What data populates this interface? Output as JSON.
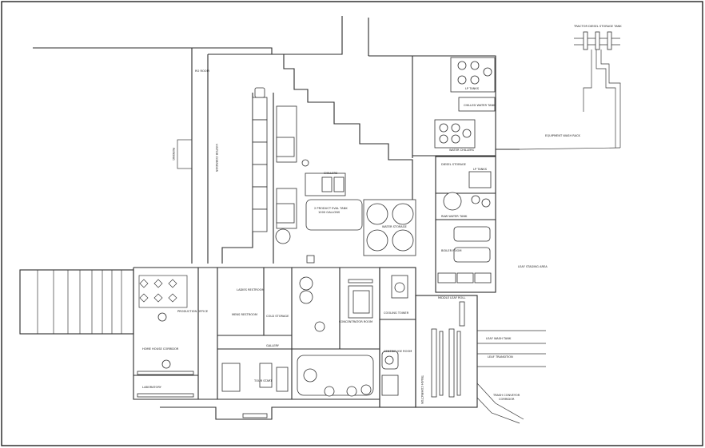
{
  "labels": {
    "tractor_diesel": "TRACTOR DIESEL STORAGE TANK",
    "equipment_wash": "EQUIPMENT WASH RACK",
    "lp_tanks_top": "LP TANKS",
    "chilled_water": "CHILLED WATER TANK",
    "water_chillers": "WATER CHILLERS",
    "diesel_storage": "DIESEL STORAGE",
    "lp_tanks_mid": "LP TANKS",
    "raw_water": "RAW WATER TANK",
    "boiler_room": "BOILER ROOM",
    "leaf_staging": "LEAF STAGING AREA",
    "ro_room": "RO ROOM",
    "visitor_corridor": "VISITOR CORRIDOR",
    "parking": "PARKING",
    "chillers": "CHILLERS",
    "product_tank": "2 PRODUCT EVAL TANK",
    "product_tank_sub": "1000 GALLONS",
    "water_storage": "WATER STORAGE",
    "ladies_restroom": "LADIES RESTROOM",
    "mens_restroom": "MENS RESTROOM",
    "production_office": "PRODUCTION OFFICE",
    "cold_storage": "COLD STORAGE",
    "concentrator_room": "CONCENTRATOR ROOM",
    "cooling_tower": "COOLING TOWER",
    "middle_leaf": "MIDDLE LEAF ROLL",
    "home_house": "HOME HOUSE CORRIDOR",
    "gallery": "GALLERY",
    "centrifuge_room": "CENTRIFUGE ROOM",
    "leaf_wash": "LEAF WASH TANK",
    "leaf_transition": "LEAF TRANSITION",
    "tour_start": "TOUR START",
    "laboratory": "LABORATORY",
    "trash_conveyor": "TRASH CONVEYOR",
    "trash_conveyor_sub": "CORRIDOR",
    "trash_compactor": "TRASH COMPACTOR"
  }
}
